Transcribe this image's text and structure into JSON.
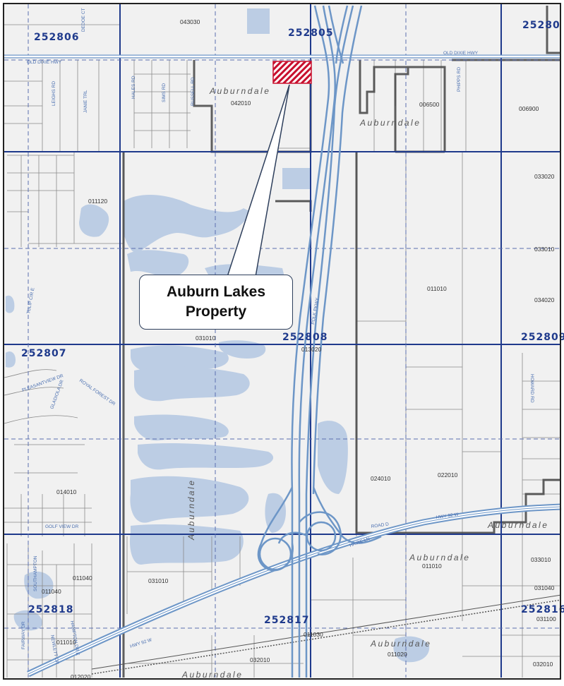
{
  "map": {
    "sections": [
      "252806",
      "252805",
      "25280",
      "252807",
      "252808",
      "252809",
      "252818",
      "252817",
      "252816"
    ],
    "parcels": [
      "043030",
      "042010",
      "006500",
      "006900",
      "033020",
      "011120",
      "033010",
      "011010",
      "034020",
      "031010",
      "013020",
      "014010",
      "024010",
      "022010",
      "011040",
      "011040",
      "031010",
      "011010",
      "033010",
      "011010",
      "031040",
      "031100",
      "011030",
      "011020",
      "032010",
      "032010",
      "012020"
    ],
    "city_labels": [
      "Auburndale",
      "Auburndale",
      "Auburndale",
      "Auburndale",
      "Auburndale",
      "Auburndale",
      "Auburndale"
    ],
    "roads": [
      "OLD DIXIE HWY",
      "OLD DIXIE HWY",
      "LEIGHS RD",
      "JANIE TRL",
      "HALES RD",
      "SIMS RD",
      "RUSSELL RD",
      "PHIPPS RD",
      "POLK PKWY",
      "ROYAL FOREST DR",
      "GLADIOLA DR",
      "PLEASANTVIEW DR",
      "GOLF VIEW DR",
      "ROAD D",
      "HWY 92 W",
      "HAIRE LN",
      "HWY 92 W",
      "SOUTHAMPTON",
      "HAMPTON DR E",
      "FAIRWAY DR",
      "NEWLETT DR",
      "HOWARD RD",
      "TULIP CIR E",
      "DEDOE CT"
    ],
    "colors": {
      "water": "#bccde4",
      "land": "#f1f1f1",
      "highway": "#6d96c7",
      "section_line": "#1f3a8c",
      "parcel_line": "#8a8a8a",
      "city_boundary": "#444444",
      "highlight": "#c8102e"
    }
  },
  "callout": {
    "line1": "Auburn Lakes",
    "line2": "Property"
  }
}
